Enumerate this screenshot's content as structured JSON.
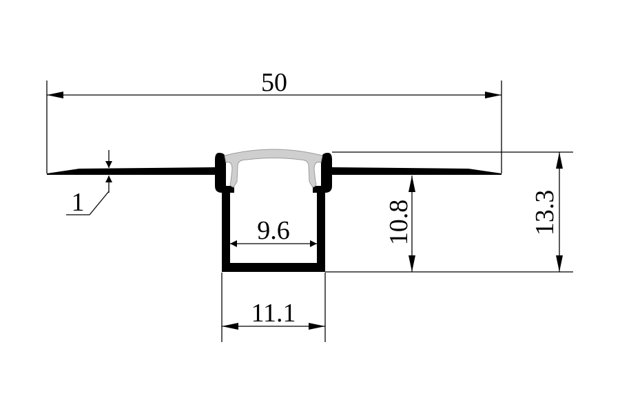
{
  "drawing": {
    "colors": {
      "line": "#000000",
      "profile": "#000000",
      "diffuser": "#cfcfcf",
      "background": "#ffffff"
    },
    "dimensions": {
      "total_width": "50",
      "flange_thickness": "1",
      "inner_width": "9.6",
      "outer_width": "11.1",
      "channel_depth": "10.8",
      "total_height": "13.3"
    }
  }
}
